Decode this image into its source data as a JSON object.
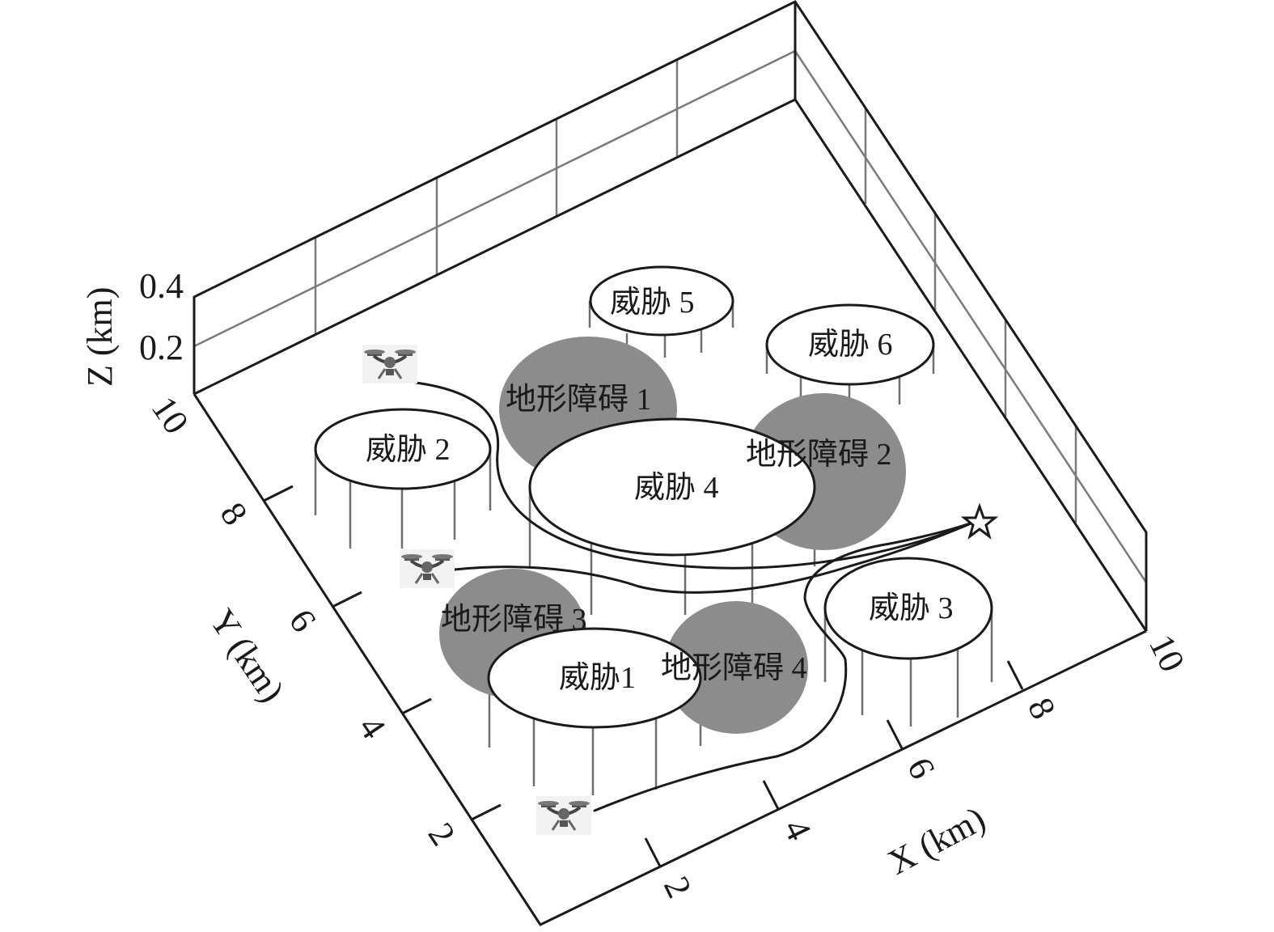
{
  "axes": {
    "x": {
      "label": "X (km)",
      "ticks": [
        "2",
        "4",
        "6",
        "8",
        "10"
      ]
    },
    "y": {
      "label": "Y (km)",
      "ticks": [
        "2",
        "4",
        "6",
        "8",
        "10"
      ]
    },
    "z": {
      "label": "Z (km)",
      "ticks": [
        "0.2",
        "0.4"
      ]
    }
  },
  "threats": [
    {
      "id": "t1",
      "label": "威胁1"
    },
    {
      "id": "t2",
      "label": "威胁 2"
    },
    {
      "id": "t3",
      "label": "威胁 3"
    },
    {
      "id": "t4",
      "label": "威胁 4"
    },
    {
      "id": "t5",
      "label": "威胁 5"
    },
    {
      "id": "t6",
      "label": "威胁 6"
    }
  ],
  "terrain": [
    {
      "id": "o1",
      "label": "地形障碍 1"
    },
    {
      "id": "o2",
      "label": "地形障碍 2"
    },
    {
      "id": "o3",
      "label": "地形障碍 3"
    },
    {
      "id": "o4",
      "label": "地形障碍 4"
    }
  ],
  "icons": {
    "uav": "drone-icon",
    "target": "star-icon"
  },
  "colors": {
    "terrain": "#8c8c8c",
    "threat_fill": "#ffffff",
    "line": "#1a1a1a",
    "grid": "#7a7a7a"
  }
}
